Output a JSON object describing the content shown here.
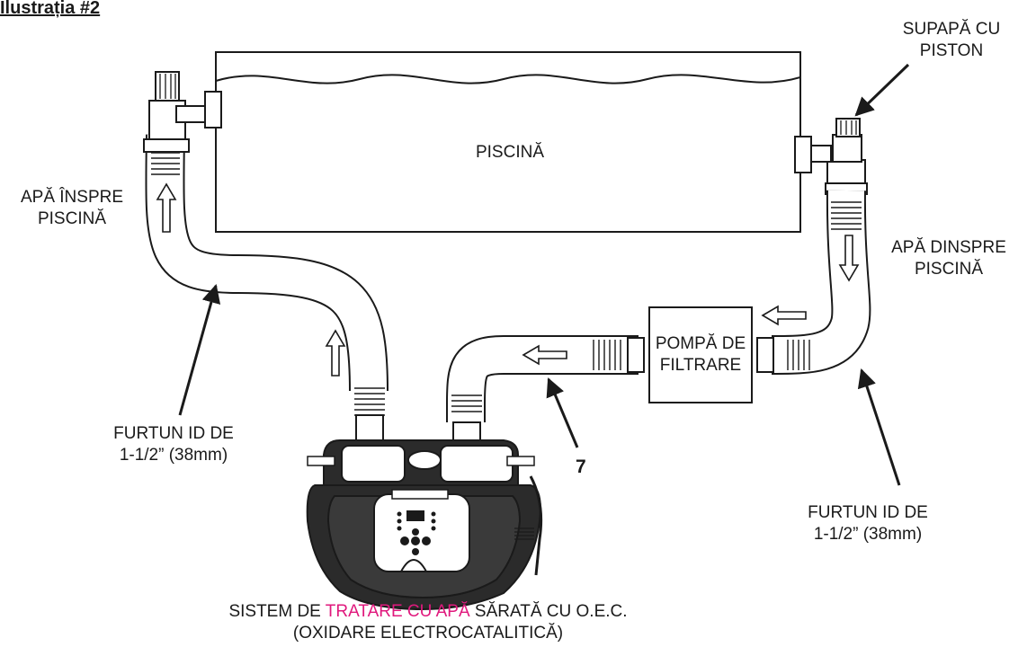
{
  "title": "Ilustrația #2",
  "labels": {
    "pool": "PISCINĂ",
    "piston_valve_line1": "SUPAPĂ CU",
    "piston_valve_line2": "PISTON",
    "water_to_pool_line1": "APĂ ÎNSPRE",
    "water_to_pool_line2": "PISCINĂ",
    "water_from_pool_line1": "APĂ DINSPRE",
    "water_from_pool_line2": "PISCINĂ",
    "pump_line1": "POMPĂ DE",
    "pump_line2": "FILTRARE",
    "hose_left_line1": "FURTUN ID DE",
    "hose_left_line2": "1-1/2” (38mm)",
    "hose_right_line1": "FURTUN ID DE",
    "hose_right_line2": "1-1/2” (38mm)",
    "callout_number": "7",
    "system_part1": "SISTEM DE ",
    "system_highlight": "TRATARE CU APĂ",
    "system_part2": " SĂRATĂ CU O.E.C.",
    "system_line2": "(OXIDARE ELECTROCATALITICĂ)"
  },
  "colors": {
    "highlight": "#e0197d",
    "line": "#1a1a1a"
  }
}
